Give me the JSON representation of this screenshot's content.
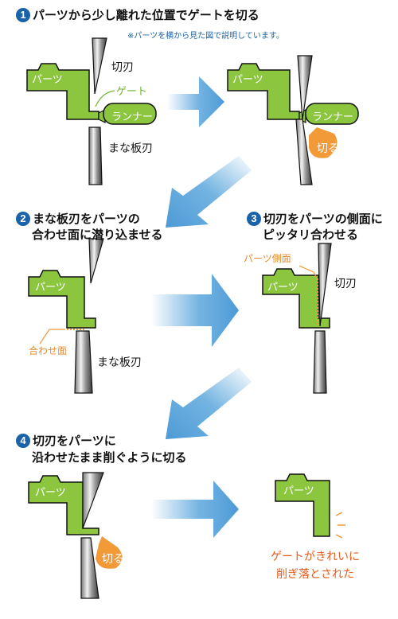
{
  "step1": {
    "num": "1",
    "title": "パーツから少し離れた位置でゲートを切る",
    "note": "※パーツを横から見た図で説明しています。"
  },
  "step2": {
    "num": "2",
    "line1": "まな板刃をパーツの",
    "line2": "合わせ面に潜り込ませる"
  },
  "step3": {
    "num": "3",
    "line1": "切刃をパーツの側面に",
    "line2": "ピッタリ合わせる"
  },
  "step4": {
    "num": "4",
    "line1": "切刃をパーツに",
    "line2": "沿わせたまま削ぐように切る"
  },
  "labels": {
    "parts": "パーツ",
    "cutting_blade": "切刃",
    "gate": "ゲート",
    "runner": "ランナー",
    "anvil_blade": "まな板刃",
    "cut": "切る",
    "mating_surface": "合わせ面",
    "part_side": "パーツ側面"
  },
  "result": {
    "line1": "ゲートがきれいに",
    "line2": "削ぎ落とされた"
  },
  "colors": {
    "part_green": "#8cc63f",
    "accent_blue": "#1a63a8",
    "orange": "#f29a38",
    "result_red": "#e85a1a",
    "arrow_blue": "#5aa6dc"
  }
}
